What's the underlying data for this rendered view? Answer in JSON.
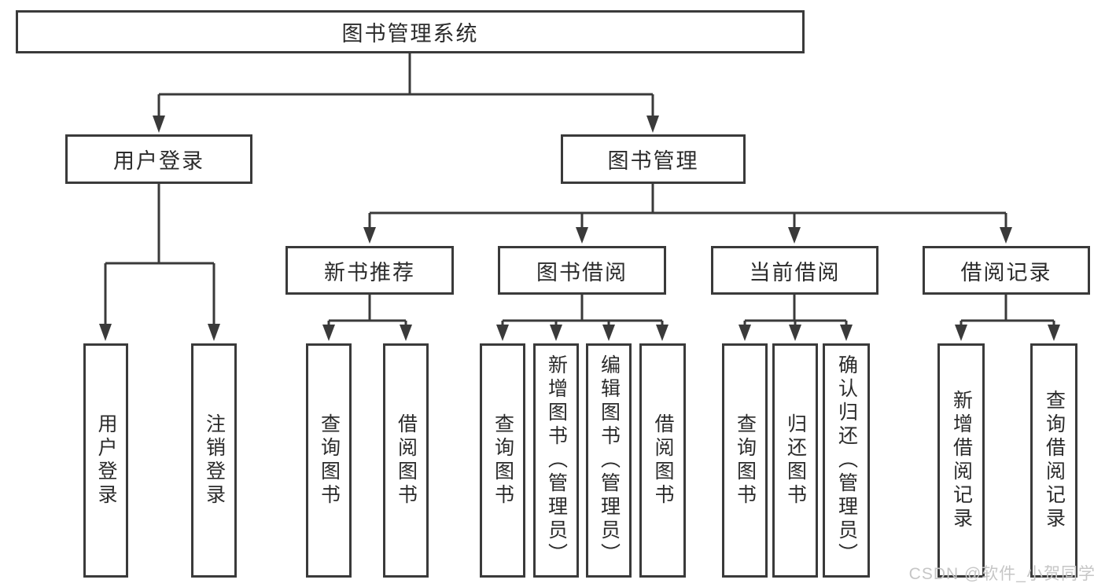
{
  "root": {
    "label": "图书管理系统"
  },
  "nodes": {
    "user_login": {
      "label": "用户登录",
      "children": [
        "用户登录",
        "注销登录"
      ]
    },
    "book_mgmt": {
      "label": "图书管理",
      "sections": [
        {
          "label": "新书推荐",
          "children": [
            "查询图书",
            "借阅图书"
          ]
        },
        {
          "label": "图书借阅",
          "children": [
            "查询图书",
            "新增图书（管理员）",
            "编辑图书（管理员）",
            "借阅图书"
          ]
        },
        {
          "label": "当前借阅",
          "children": [
            "查询图书",
            "归还图书",
            "确认归还（管理员）"
          ]
        },
        {
          "label": "借阅记录",
          "children": [
            "新增借阅记录",
            "查询借阅记录"
          ]
        }
      ]
    }
  },
  "watermark": "CSDN @软件_小贺同学",
  "colors": {
    "line": "#3a3a3a",
    "text": "#2b2b2b",
    "box-bg": "#ffffff",
    "watermark": "#c6c6c6",
    "background": "#ffffff"
  }
}
